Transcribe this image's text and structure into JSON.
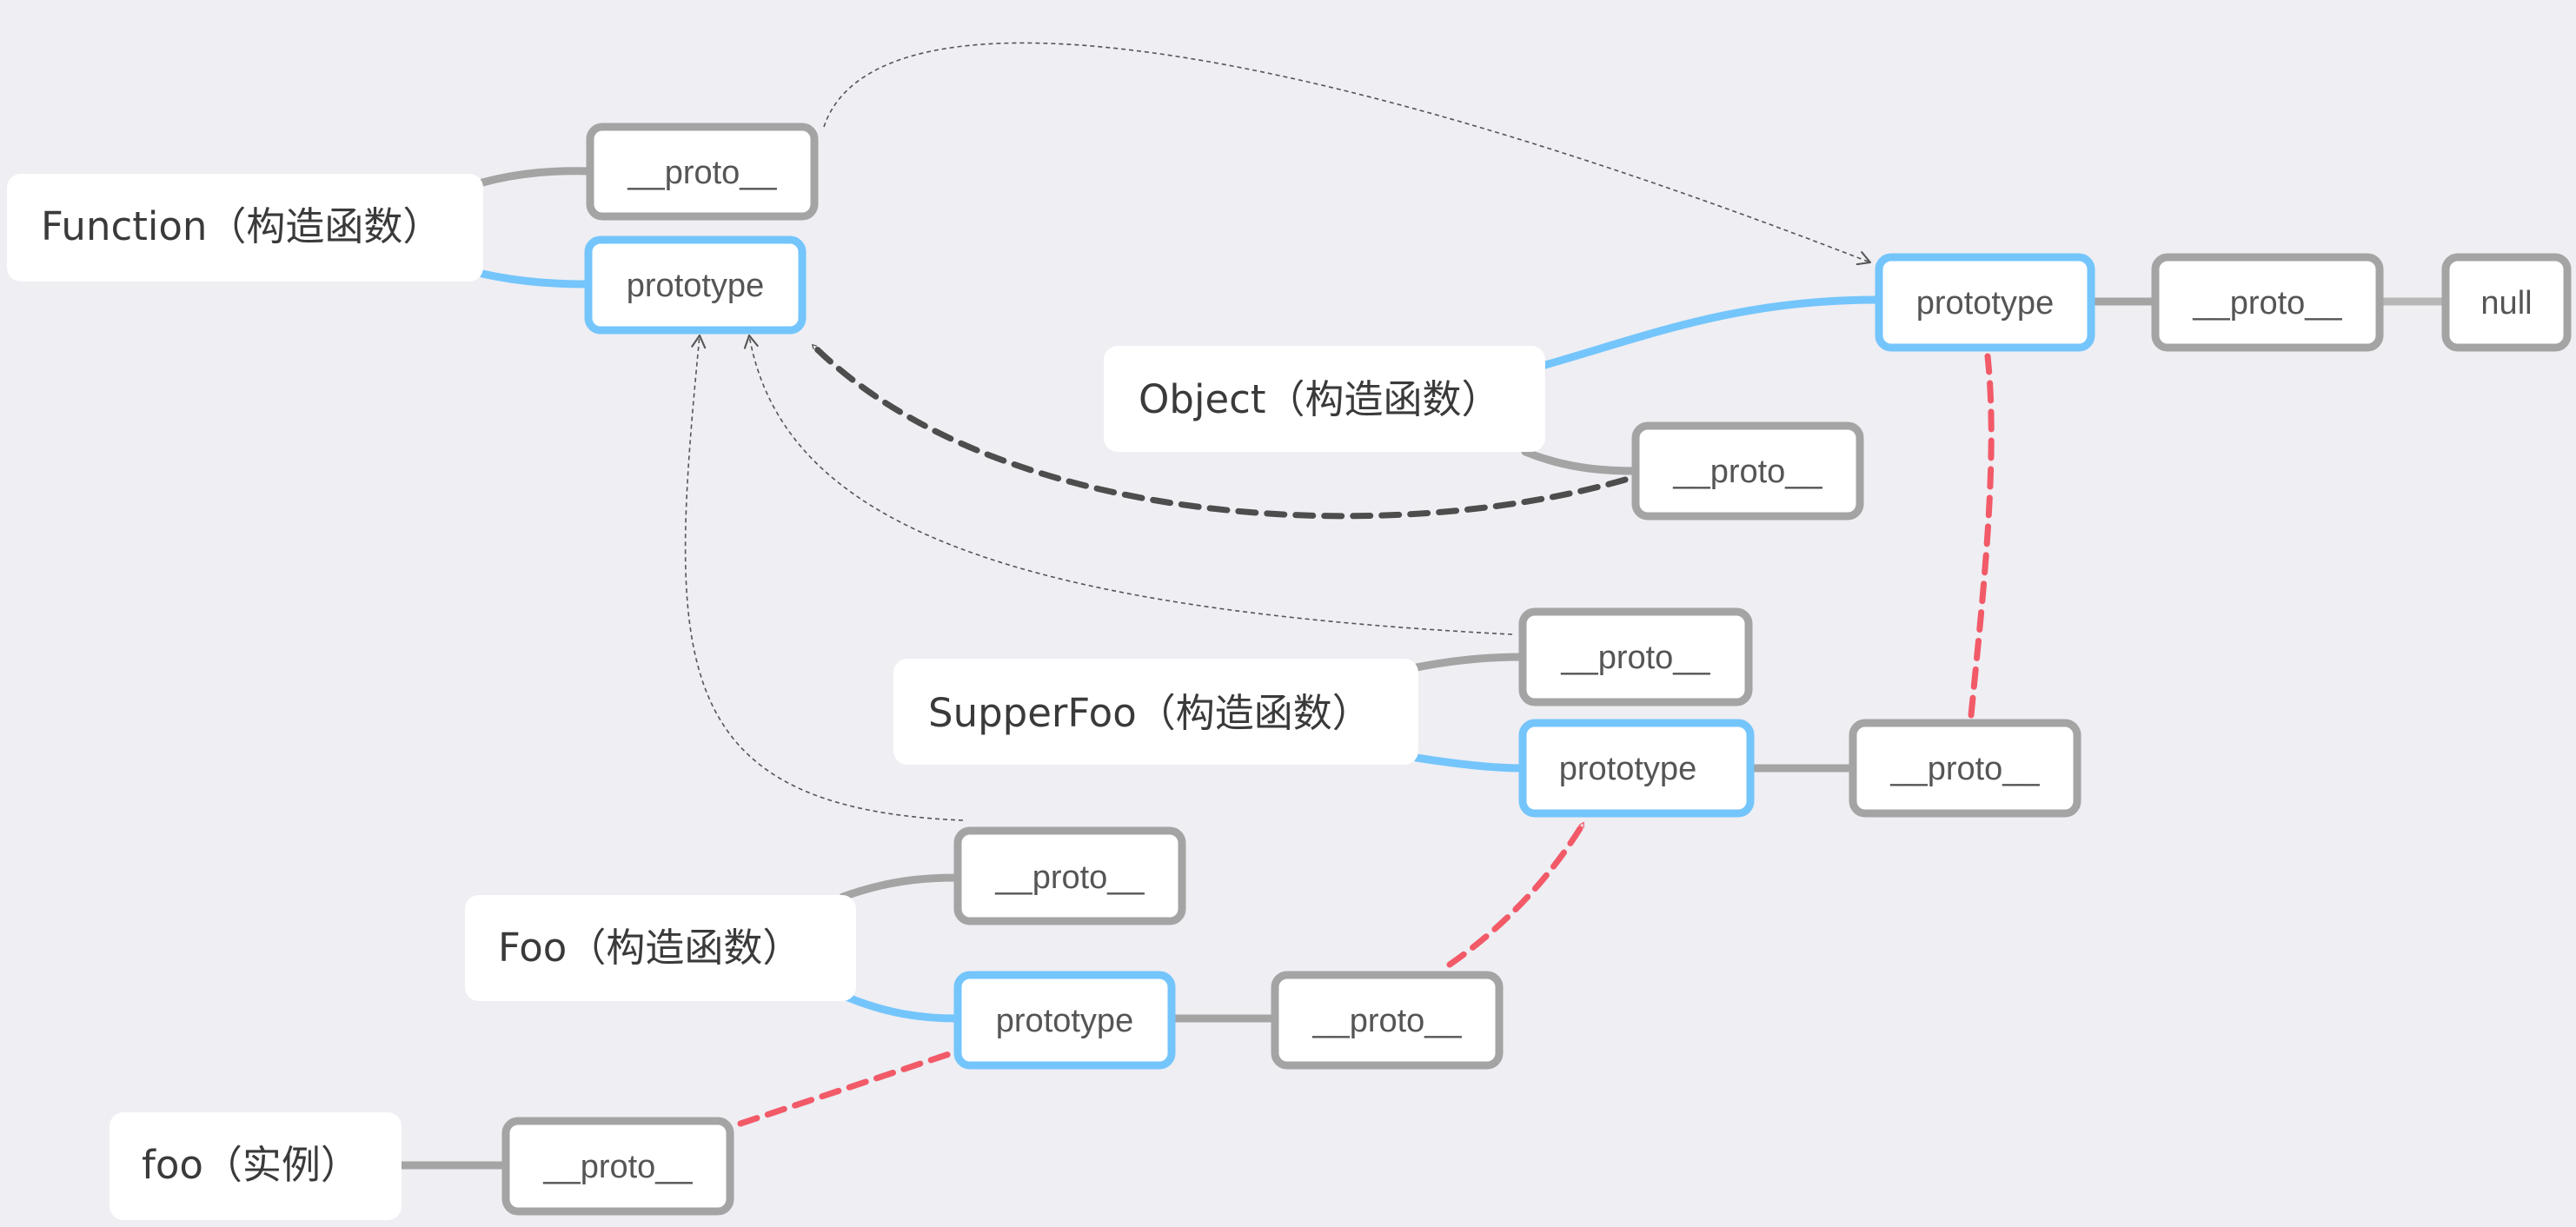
{
  "colors": {
    "background": "#eeeef3",
    "label_fill": "#ffffff",
    "proto_border": "#a4a4a4",
    "prototype_border": "#74c5fb",
    "connector_gray": "#a4a4a4",
    "connector_blue": "#74c5fb",
    "chain_red": "#f25a68",
    "chain_dark": "#4d4d4d",
    "reference_line": "#555555"
  },
  "labels": {
    "function": "Function（构造函数）",
    "object": "Object（构造函数）",
    "supperfoo": "SupperFoo（构造函数）",
    "foo": "Foo（构造函数）",
    "instance": "foo（实例）"
  },
  "nodes": {
    "proto": "__proto__",
    "prototype": "prototype",
    "null": "null"
  }
}
